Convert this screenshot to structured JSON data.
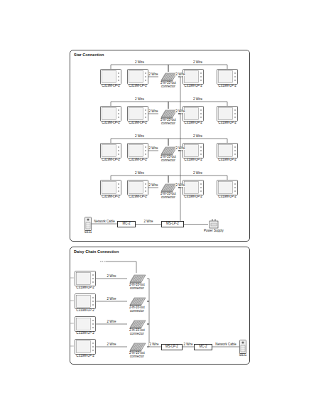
{
  "diagram": {
    "nodes": [
      {
        "text": [
          "Star Connection"
        ]
      },
      {
        "text": [
          "C319M-LP-2"
        ],
        "in": 0
      },
      {
        "text": [
          "C319M-LP-2"
        ],
        "in": 0
      },
      {
        "text": [
          "2-in-10-out connector"
        ],
        "in": 0
      },
      {
        "text": [
          "C319M-LP-2"
        ],
        "in": 0
      },
      {
        "text": [
          "C319M-LP-2"
        ],
        "in": 0
      },
      {
        "text": [
          "C319M-LP-2"
        ],
        "in": 0
      },
      {
        "text": [
          "C319M-LP-2"
        ],
        "in": 0
      },
      {
        "text": [
          "2-in-10-out connector"
        ],
        "in": 0
      },
      {
        "text": [
          "C319M-LP-2"
        ],
        "in": 0
      },
      {
        "text": [
          "C319M-LP-2"
        ],
        "in": 0
      },
      {
        "text": [
          "C319M-LP-2"
        ],
        "in": 0
      },
      {
        "text": [
          "C319M-LP-2"
        ],
        "in": 0
      },
      {
        "text": [
          "2-in-10-out connector"
        ],
        "in": 0
      },
      {
        "text": [
          "C319M-LP-2"
        ],
        "in": 0
      },
      {
        "text": [
          "C319M-LP-2"
        ],
        "in": 0
      },
      {
        "text": [
          "C319M-LP-2"
        ],
        "in": 0
      },
      {
        "text": [
          "C319M-LP-2"
        ],
        "in": 0
      },
      {
        "text": [
          "2-in-10-out connector"
        ],
        "in": 0
      },
      {
        "text": [
          "C319M-LP-2"
        ],
        "in": 0
      },
      {
        "text": [
          "C319M-LP-2"
        ],
        "in": 0
      },
      {
        "text": [
          "S531"
        ],
        "in": 0
      },
      {
        "text": [
          "MC-2"
        ],
        "in": 0
      },
      {
        "text": [
          "MS-LP-2"
        ],
        "in": 0
      },
      {
        "text": [
          "Power Supply"
        ],
        "in": 0
      },
      {
        "text": [
          "Daisy Chain Connection"
        ]
      },
      {
        "text": [
          "C319M-LP-2"
        ],
        "in": 25
      },
      {
        "text": [
          "2-in-10-out connector"
        ],
        "in": 25
      },
      {
        "text": [
          "C319M-LP-2"
        ],
        "in": 25
      },
      {
        "text": [
          "2-in-10-out connector"
        ],
        "in": 25
      },
      {
        "text": [
          "C319M-LP-2"
        ],
        "in": 25
      },
      {
        "text": [
          "2-in-10-out connector"
        ],
        "in": 25
      },
      {
        "text": [
          "C319M-LP-2"
        ],
        "in": 25
      },
      {
        "text": [
          "2-in-10-out connector"
        ],
        "in": 25
      },
      {
        "text": [
          "MS-LP-2"
        ],
        "in": 25
      },
      {
        "text": [
          "MC-2"
        ],
        "in": 25
      },
      {
        "text": [
          "S531"
        ],
        "in": 25
      }
    ],
    "edges": [
      {
        "from": 1,
        "to": 3,
        "label": "2 Wire",
        "arrow": "none"
      },
      {
        "from": 2,
        "to": 3,
        "label": "2 Wire",
        "arrow": "none"
      },
      {
        "from": 4,
        "to": 3,
        "label": "2 Wire",
        "arrow": "none"
      },
      {
        "from": 5,
        "to": 3,
        "label": "2 Wire",
        "arrow": "none"
      },
      {
        "from": 6,
        "to": 8,
        "label": "2 Wire",
        "arrow": "none"
      },
      {
        "from": 7,
        "to": 8,
        "label": "2 Wire",
        "arrow": "none"
      },
      {
        "from": 9,
        "to": 8,
        "label": "2 Wire",
        "arrow": "none"
      },
      {
        "from": 10,
        "to": 8,
        "label": "2 Wire",
        "arrow": "none"
      },
      {
        "from": 11,
        "to": 13,
        "label": "2 Wire",
        "arrow": "none"
      },
      {
        "from": 12,
        "to": 13,
        "label": "2 Wire",
        "arrow": "none"
      },
      {
        "from": 14,
        "to": 13,
        "label": "2 Wire",
        "arrow": "none"
      },
      {
        "from": 15,
        "to": 13,
        "label": "2 Wire",
        "arrow": "none"
      },
      {
        "from": 16,
        "to": 18,
        "label": "2 Wire",
        "arrow": "none"
      },
      {
        "from": 17,
        "to": 18,
        "label": "2 Wire",
        "arrow": "none"
      },
      {
        "from": 19,
        "to": 18,
        "label": "2 Wire",
        "arrow": "none"
      },
      {
        "from": 20,
        "to": 18,
        "label": "2 Wire",
        "arrow": "none"
      },
      {
        "from": 3,
        "to": 8,
        "arrow": "none"
      },
      {
        "from": 8,
        "to": 13,
        "arrow": "none"
      },
      {
        "from": 13,
        "to": 18,
        "arrow": "none"
      },
      {
        "from": 18,
        "to": 23,
        "arrow": "none"
      },
      {
        "from": 21,
        "to": 22,
        "label": "Network Cable",
        "arrow": "none"
      },
      {
        "from": 22,
        "to": 23,
        "label": "2 Wire",
        "arrow": "none"
      },
      {
        "from": 23,
        "to": 24,
        "arrow": "none"
      },
      {
        "from": 26,
        "to": 27,
        "label": "2 Wire",
        "arrow": "none"
      },
      {
        "from": 28,
        "to": 29,
        "label": "2 Wire",
        "arrow": "none"
      },
      {
        "from": 30,
        "to": 31,
        "label": "2 Wire",
        "arrow": "none"
      },
      {
        "from": 32,
        "to": 33,
        "label": "2 Wire",
        "arrow": "none"
      },
      {
        "from": 27,
        "to": 29,
        "arrow": "none"
      },
      {
        "from": 29,
        "to": 31,
        "arrow": "none"
      },
      {
        "from": 31,
        "to": 33,
        "arrow": "none"
      },
      {
        "from": 33,
        "to": 34,
        "label": "2 Wire",
        "arrow": "none"
      },
      {
        "from": 34,
        "to": 35,
        "label": "2 Wire",
        "arrow": "none"
      },
      {
        "from": 35,
        "to": 36,
        "label": "Network Cable",
        "arrow": "none"
      }
    ]
  }
}
